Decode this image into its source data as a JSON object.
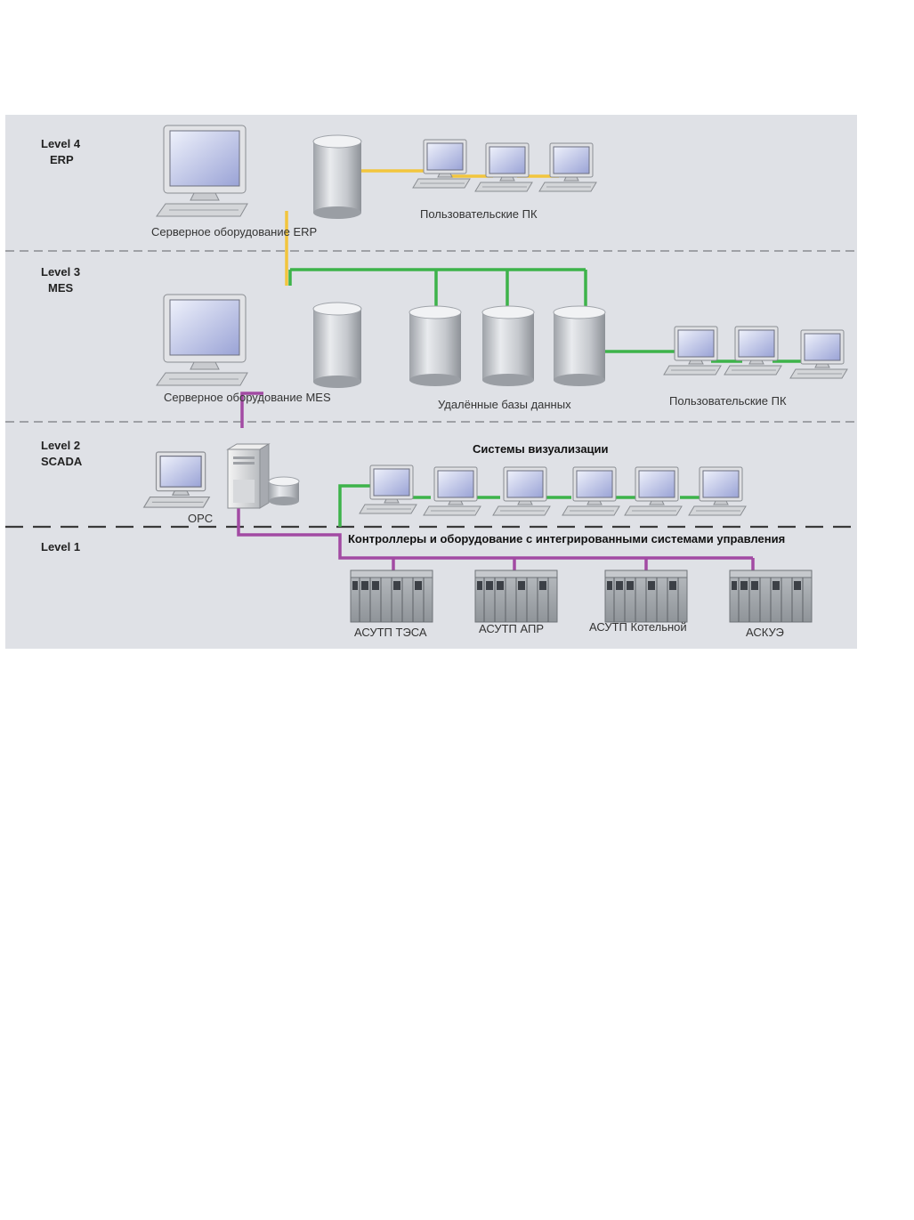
{
  "levels": [
    {
      "level": "Level 4",
      "name": "ERP"
    },
    {
      "level": "Level 3",
      "name": "MES"
    },
    {
      "level": "Level 2",
      "name": "SCADA"
    },
    {
      "level": "Level 1",
      "name": ""
    }
  ],
  "captions": {
    "erp_server": "Серверное оборудование ERP",
    "erp_user_pcs": "Пользовательские ПК",
    "mes_server": "Серверное оборудование MES",
    "remote_db": "Удалённые базы данных",
    "mes_user_pcs": "Пользовательские ПК",
    "visualization": "Системы визуализации",
    "opc": "OPC",
    "controllers": "Контроллеры и оборудование с интегрированными системами управления"
  },
  "controllers": [
    "АСУТП ТЭСА",
    "АСУТП АПР",
    "АСУТП Котельной",
    "АСКУЭ"
  ],
  "colors": {
    "background": "#dfe1e6",
    "erp_link": "#f2c53d",
    "mes_link": "#3db34a",
    "scada_link": "#a24aa3",
    "divider": "#6e6e6e"
  }
}
